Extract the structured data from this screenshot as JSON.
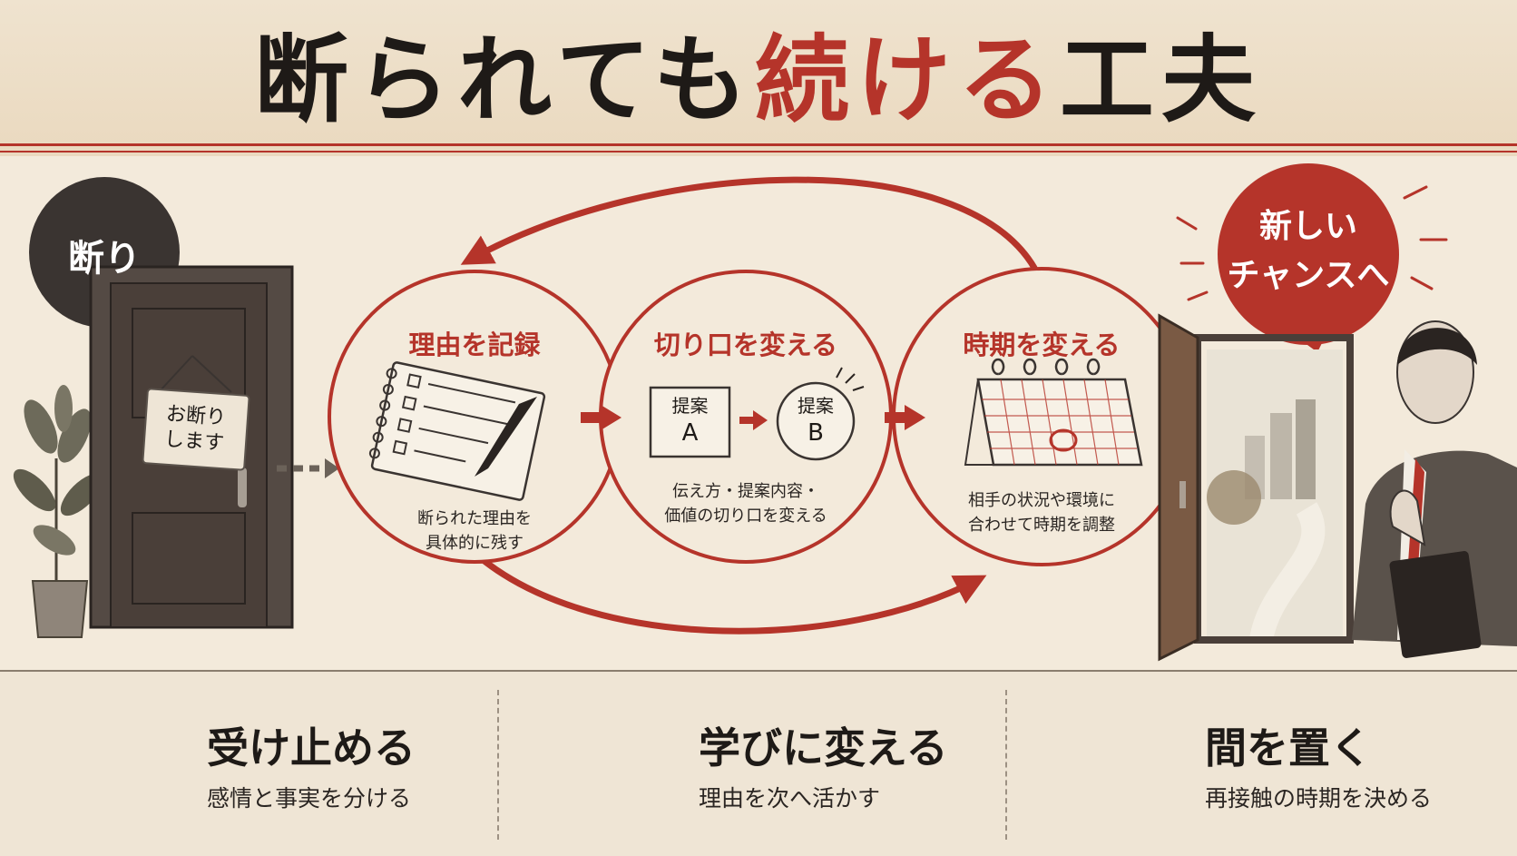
{
  "title": {
    "part1": "断られても",
    "part2": "続ける",
    "part3": "工夫"
  },
  "left_bubble": "断り",
  "door_sign": {
    "line1": "お断り",
    "line2": "します"
  },
  "steps": [
    {
      "title": "理由を記録",
      "desc1": "断られた理由を",
      "desc2": "具体的に残す"
    },
    {
      "title": "切り口を変える",
      "option_a": "提案",
      "option_a_letter": "A",
      "option_b": "提案",
      "option_b_letter": "B",
      "desc1": "伝え方・提案内容・",
      "desc2": "価値の切り口を変える"
    },
    {
      "title": "時期を変える",
      "desc1": "相手の状況や環境に",
      "desc2": "合わせて時期を調整"
    }
  ],
  "right_bubble": {
    "line1": "新しい",
    "line2": "チャンスへ"
  },
  "tips": [
    {
      "title": "受け止める",
      "desc": "感情と事実を分ける",
      "icon": "person-heart-icon"
    },
    {
      "title": "学びに変える",
      "desc": "理由を次へ活かす",
      "icon": "book-lightbulb-icon"
    },
    {
      "title": "間を置く",
      "desc": "再接触の時期を決める",
      "icon": "calendar-clock-icon"
    }
  ],
  "colors": {
    "accent": "#b5342a",
    "ink": "#1e1a17",
    "paper": "#f3eadb",
    "bubble_dark": "#3a3431"
  }
}
